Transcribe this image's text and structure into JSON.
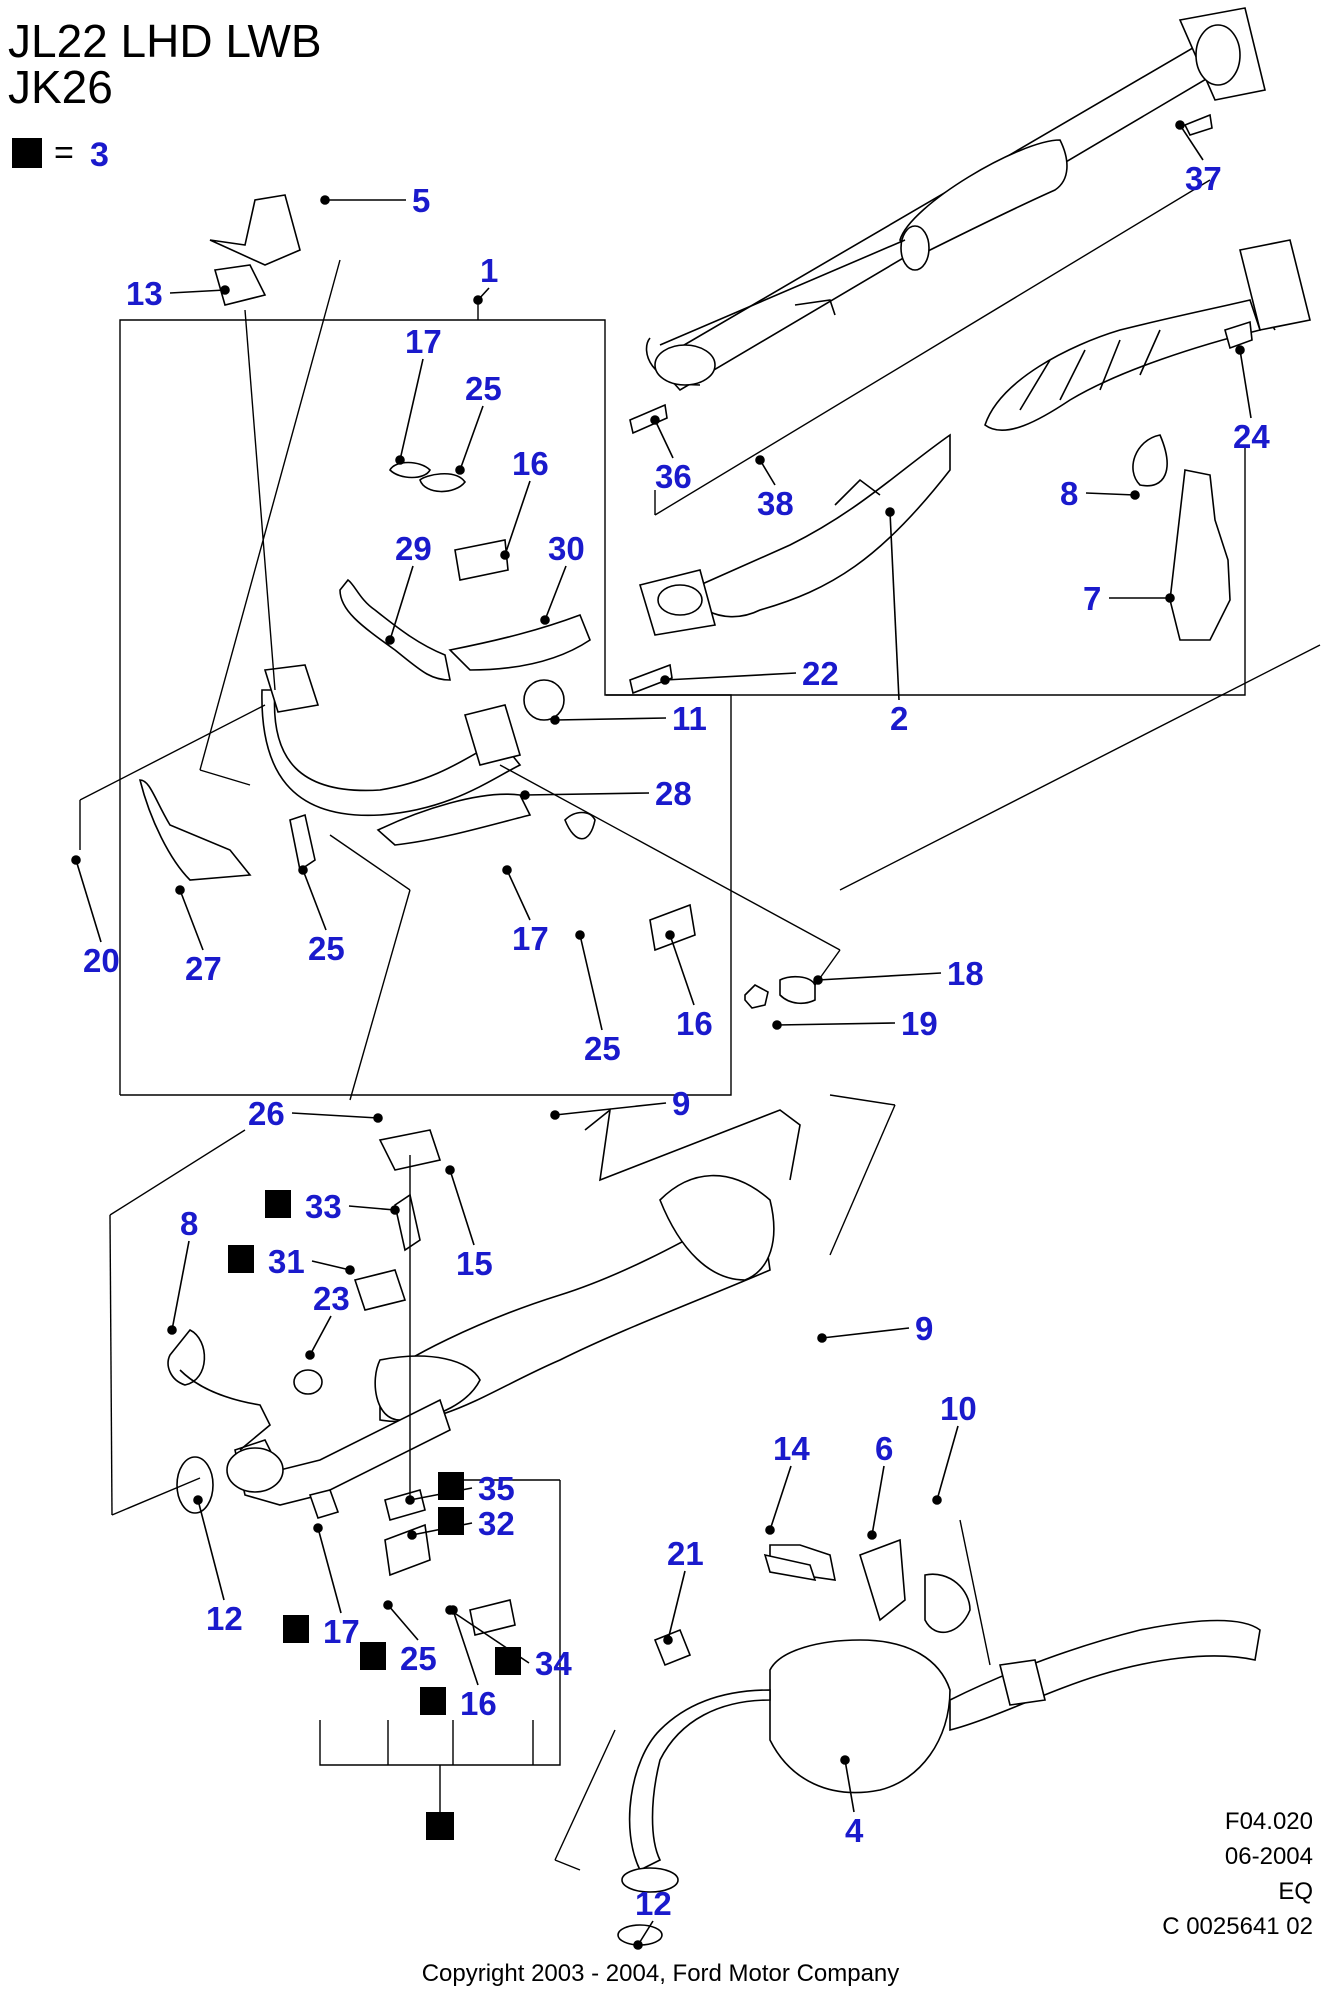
{
  "header": {
    "title_line1": "JL22 LHD LWB",
    "title_line2": "JK26",
    "legend_equals": "=",
    "legend_value": "3"
  },
  "footer": {
    "ref_code": "F04.020",
    "date": "06-2004",
    "eq": "EQ",
    "catalog_id": "C 0025641 02",
    "copyright": "Copyright 2003 - 2004, Ford Motor Company"
  },
  "callouts": [
    {
      "n": "37"
    },
    {
      "n": "5"
    },
    {
      "n": "1"
    },
    {
      "n": "13"
    },
    {
      "n": "17"
    },
    {
      "n": "25"
    },
    {
      "n": "16"
    },
    {
      "n": "29"
    },
    {
      "n": "30"
    },
    {
      "n": "24"
    },
    {
      "n": "36"
    },
    {
      "n": "38"
    },
    {
      "n": "8"
    },
    {
      "n": "7"
    },
    {
      "n": "22"
    },
    {
      "n": "2"
    },
    {
      "n": "11"
    },
    {
      "n": "28"
    },
    {
      "n": "20"
    },
    {
      "n": "27"
    },
    {
      "n": "25"
    },
    {
      "n": "17"
    },
    {
      "n": "16"
    },
    {
      "n": "25"
    },
    {
      "n": "18"
    },
    {
      "n": "19"
    },
    {
      "n": "26"
    },
    {
      "n": "9"
    },
    {
      "n": "33"
    },
    {
      "n": "15"
    },
    {
      "n": "8"
    },
    {
      "n": "31"
    },
    {
      "n": "23"
    },
    {
      "n": "9"
    },
    {
      "n": "10"
    },
    {
      "n": "14"
    },
    {
      "n": "6"
    },
    {
      "n": "35"
    },
    {
      "n": "32"
    },
    {
      "n": "12"
    },
    {
      "n": "21"
    },
    {
      "n": "17"
    },
    {
      "n": "25"
    },
    {
      "n": "34"
    },
    {
      "n": "16"
    },
    {
      "n": "4"
    },
    {
      "n": "12"
    }
  ],
  "colors": {
    "callout": "#1a1acc",
    "line": "#000000"
  }
}
